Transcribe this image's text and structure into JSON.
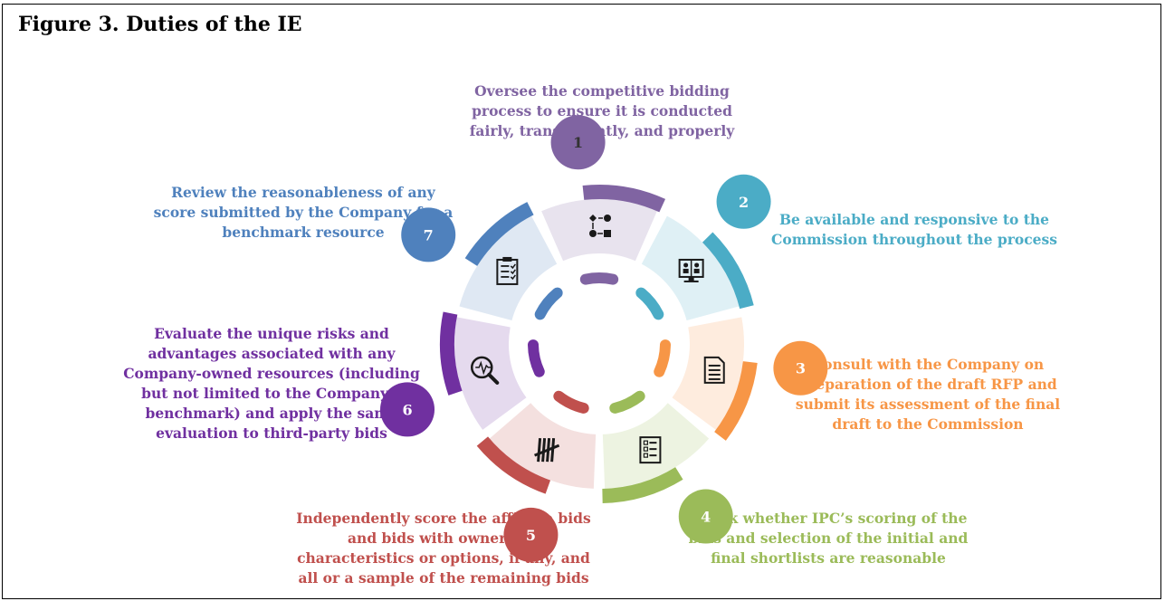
{
  "title": "Figure 3. Duties of the IE",
  "colors": {
    "d1": "#8064a2",
    "d2": "#4bacc6",
    "d3": "#f79646",
    "d4": "#9bbb59",
    "d5": "#c0504d",
    "d6": "#7030a0",
    "d7": "#4f81bd"
  },
  "duties": [
    {
      "number": "1",
      "icon": "flowchart-icon",
      "lines": [
        "Oversee the competitive bidding",
        "process to ensure it is conducted",
        "fairly, transparently, and properly"
      ]
    },
    {
      "number": "2",
      "icon": "video-conference-icon",
      "lines": [
        "Be available and responsive to the",
        "Commission throughout the process"
      ]
    },
    {
      "number": "3",
      "icon": "document-icon",
      "lines": [
        "Consult with the Company on",
        "preparation of the draft RFP and",
        "submit its assessment of the final",
        "draft to the Commission"
      ]
    },
    {
      "number": "4",
      "icon": "checklist-icon",
      "lines": [
        "Check whether IPC’s scoring of the",
        "bids and selection of the initial and",
        "final shortlists are reasonable"
      ]
    },
    {
      "number": "5",
      "icon": "tally-marks-icon",
      "lines": [
        "Independently score the affiliate bids",
        "and bids with ownership",
        "characteristics or options, if any, and",
        "all or a sample of the remaining bids"
      ]
    },
    {
      "number": "6",
      "icon": "magnifier-analysis-icon",
      "lines": [
        "Evaluate the unique risks and",
        "advantages associated with any",
        "Company-owned resources (including",
        "but not limited to the Company’s",
        "benchmark) and apply the same",
        "evaluation to third-party bids"
      ]
    },
    {
      "number": "7",
      "icon": "clipboard-icon",
      "lines": [
        "Review the reasonableness of any",
        "score submitted by the Company for a",
        "benchmark resource"
      ]
    }
  ]
}
